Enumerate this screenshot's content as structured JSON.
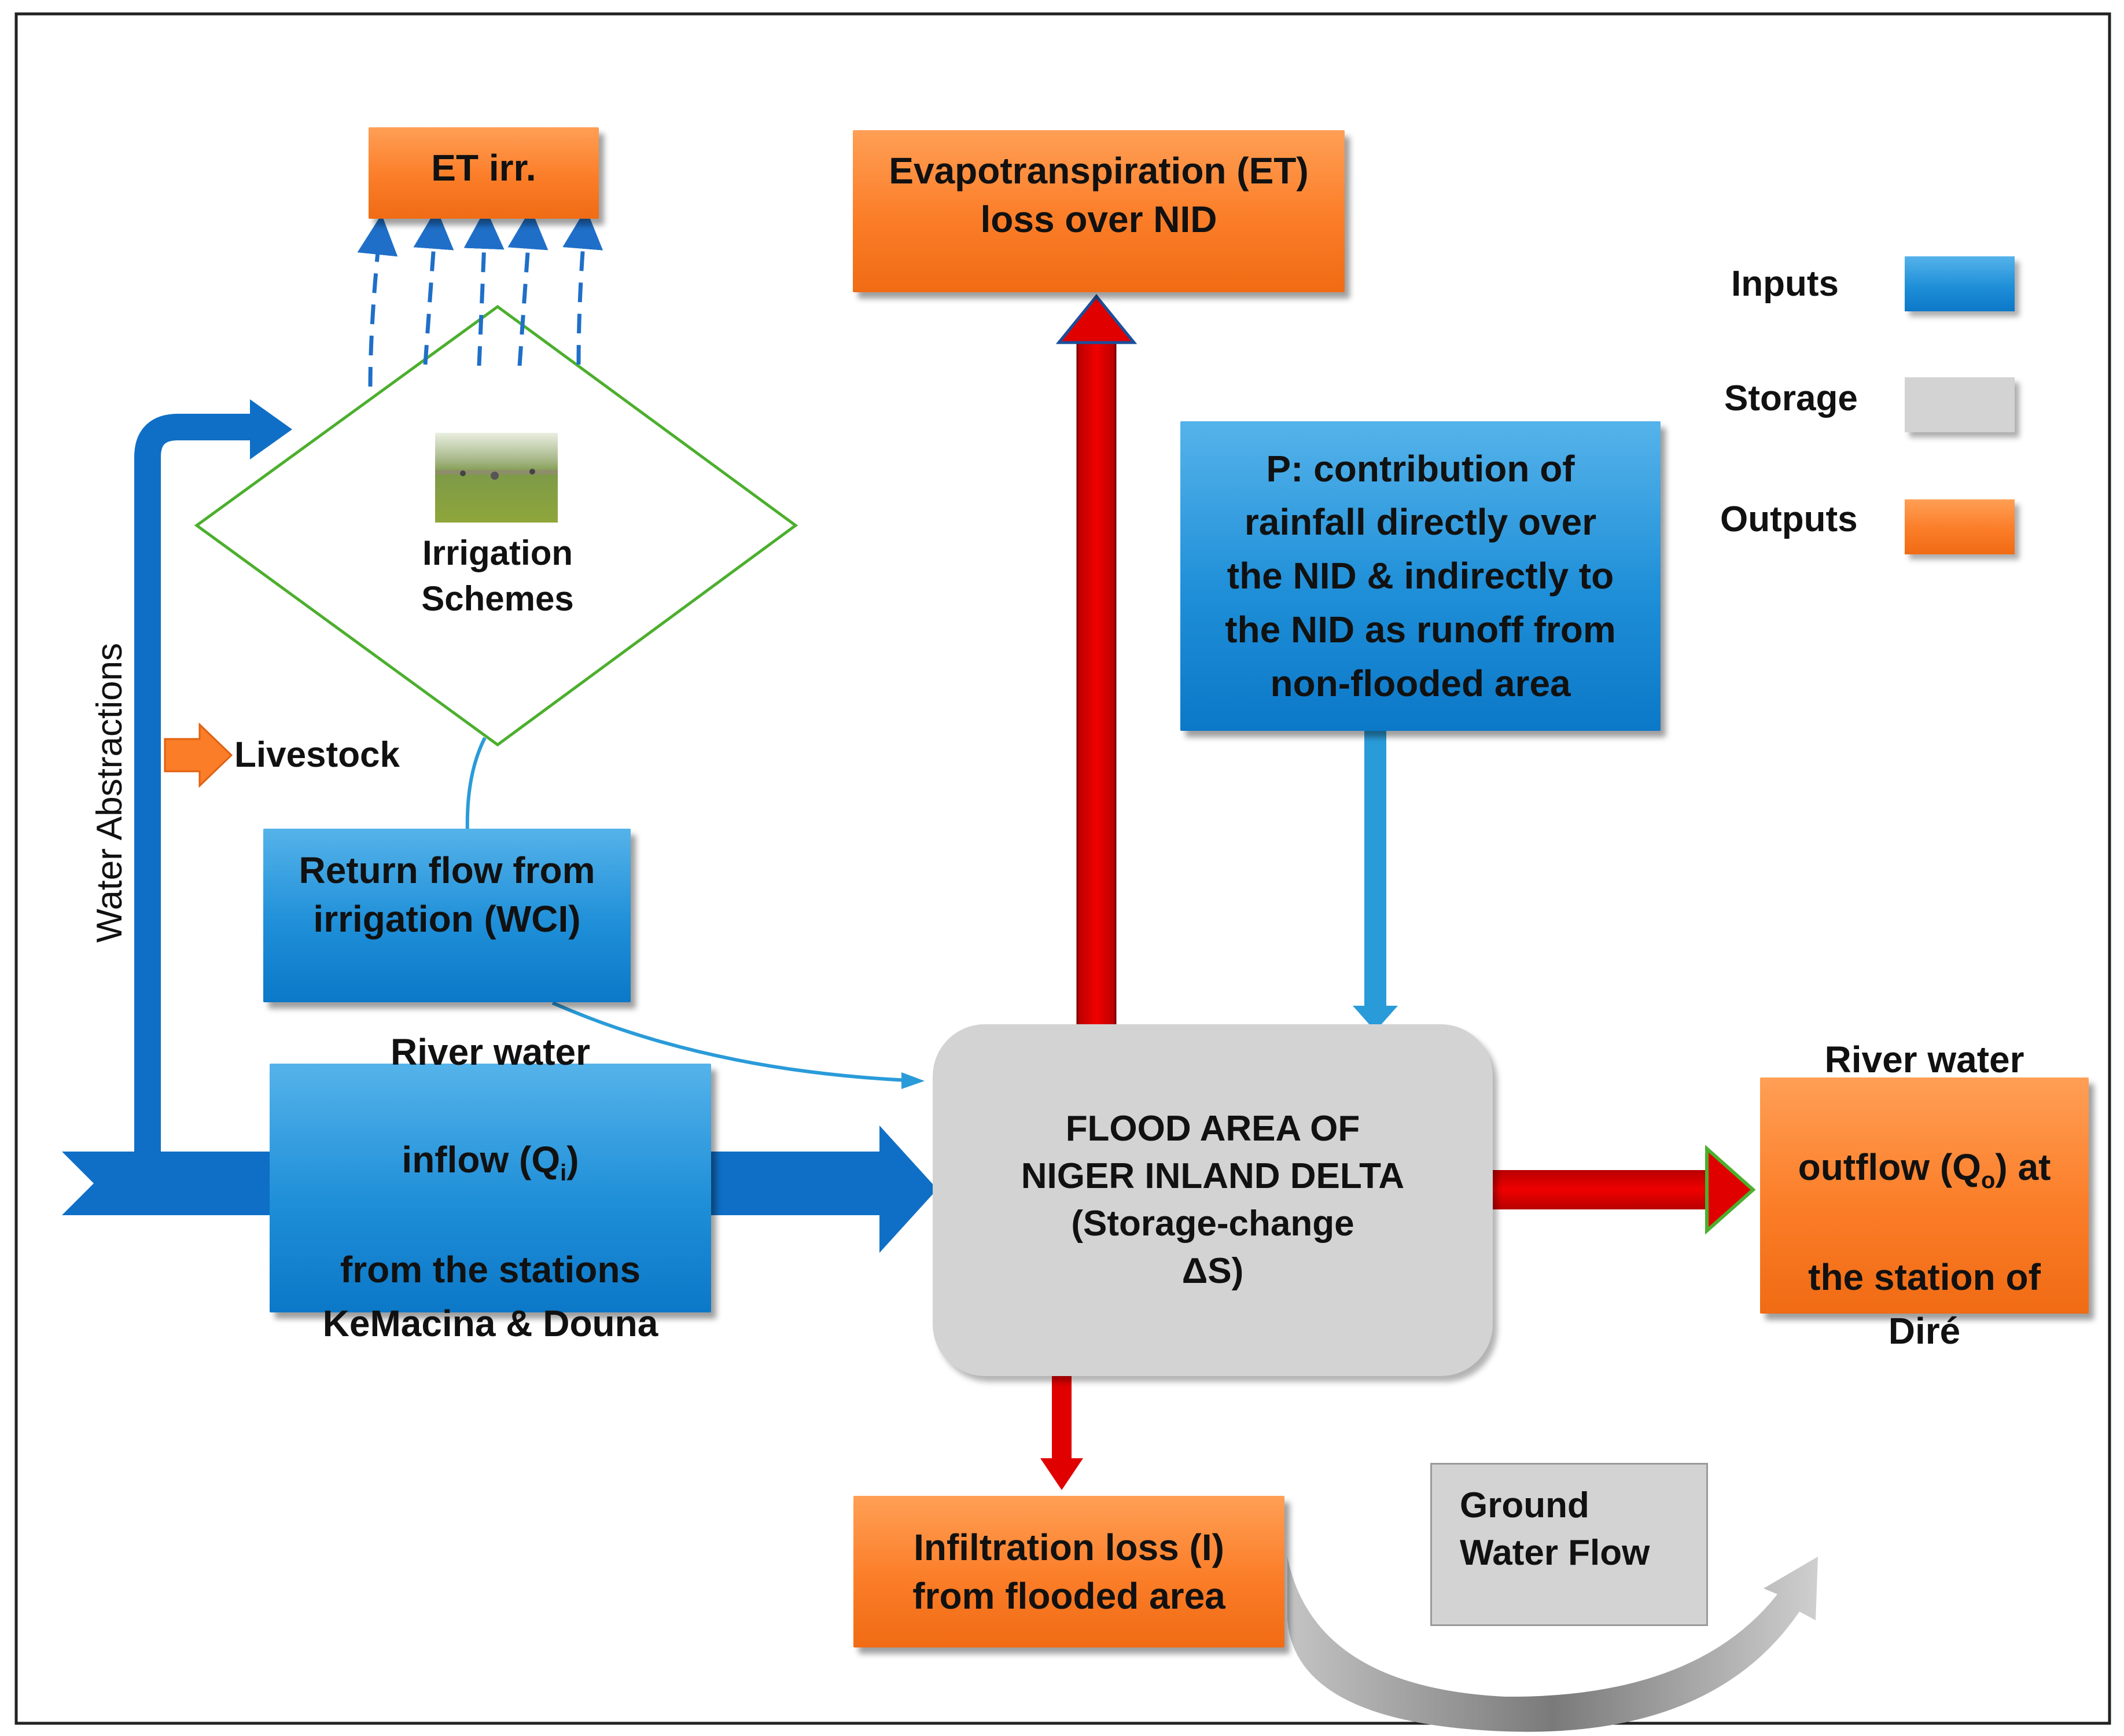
{
  "nodes": {
    "et_irr": "ET irr.",
    "et_nid": "Evapotranspiration (ET)\nloss over NID",
    "irrigation_schemes": "Irrigation\nSchemes",
    "rainfall": "P: contribution of\nrainfall directly over\nthe NID & indirectly to\nthe NID as runoff from\nnon-flooded area",
    "return_flow": "Return flow from\nirrigation (WCI)",
    "river_inflow_line1": "River water",
    "river_inflow_line2": "inflow (Q",
    "river_inflow_sub": "i",
    "river_inflow_line2_end": ")",
    "river_inflow_line3": "from the stations\nKeMacina & Douna",
    "flood_area": "FLOOD AREA OF\nNIGER INLAND DELTA\n(Storage-change\nΔS)",
    "river_outflow_line1": "River water",
    "river_outflow_line2": "outflow (Q",
    "river_outflow_sub": "o",
    "river_outflow_line2_end": ") at",
    "river_outflow_line3": "the station of\nDiré",
    "infiltration": "Infiltration loss (I)\nfrom flooded area",
    "groundwater": "Ground\nWater Flow",
    "livestock": "Livestock",
    "water_abstractions": "Water Abstractions"
  },
  "legend": {
    "inputs": "Inputs",
    "storage": "Storage",
    "outputs": "Outputs"
  },
  "colors": {
    "input_blue": "#1f8fd8",
    "storage_grey": "#d3d3d3",
    "output_orange": "#fb7d28",
    "loss_red": "#e00000",
    "irrigation_green": "#4caf2e"
  }
}
